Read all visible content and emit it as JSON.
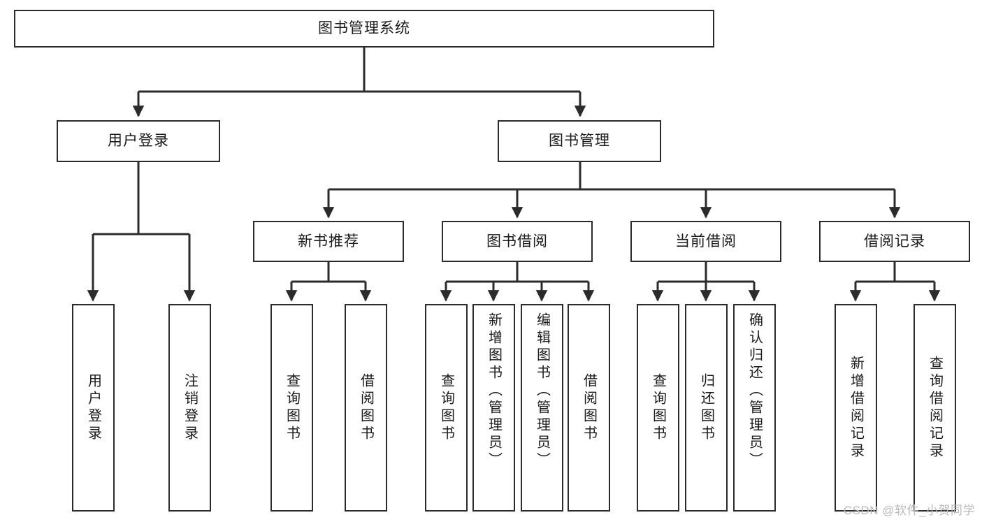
{
  "diagram": {
    "title": "图书管理系统",
    "type": "tree-hierarchy-chart",
    "watermark": "CSDN @软件_小贺同学",
    "line_color": "#2b2b2b",
    "box_fill": "#ffffff",
    "text_color": "#1a1a1a",
    "levels": [
      {
        "level": 1,
        "nodes": [
          {
            "id": "root",
            "label": "图书管理系统",
            "orientation": "horizontal"
          }
        ]
      },
      {
        "level": 2,
        "nodes": [
          {
            "id": "login",
            "label": "用户登录",
            "orientation": "horizontal",
            "parent": "root"
          },
          {
            "id": "bookmgmt",
            "label": "图书管理",
            "orientation": "horizontal",
            "parent": "root"
          }
        ]
      },
      {
        "level": 3,
        "nodes": [
          {
            "id": "newbook",
            "label": "新书推荐",
            "orientation": "horizontal",
            "parent": "bookmgmt"
          },
          {
            "id": "borrow",
            "label": "图书借阅",
            "orientation": "horizontal",
            "parent": "bookmgmt"
          },
          {
            "id": "current",
            "label": "当前借阅",
            "orientation": "horizontal",
            "parent": "bookmgmt"
          },
          {
            "id": "records",
            "label": "借阅记录",
            "orientation": "horizontal",
            "parent": "bookmgmt"
          }
        ]
      },
      {
        "level": 4,
        "nodes": [
          {
            "id": "leaf-user-login",
            "label": "用户登录",
            "orientation": "vertical",
            "parent": "login"
          },
          {
            "id": "leaf-user-logout",
            "label": "注销登录",
            "orientation": "vertical",
            "parent": "login"
          },
          {
            "id": "leaf-nb-query",
            "label": "查询图书",
            "orientation": "vertical",
            "parent": "newbook"
          },
          {
            "id": "leaf-nb-borrow",
            "label": "借阅图书",
            "orientation": "vertical",
            "parent": "newbook"
          },
          {
            "id": "leaf-bw-query",
            "label": "查询图书",
            "orientation": "vertical",
            "parent": "borrow"
          },
          {
            "id": "leaf-bw-add",
            "label": "新增图书（管理员）",
            "orientation": "vertical",
            "parent": "borrow"
          },
          {
            "id": "leaf-bw-edit",
            "label": "编辑图书（管理员）",
            "orientation": "vertical",
            "parent": "borrow"
          },
          {
            "id": "leaf-bw-borrow",
            "label": "借阅图书",
            "orientation": "vertical",
            "parent": "borrow"
          },
          {
            "id": "leaf-cur-query",
            "label": "查询图书",
            "orientation": "vertical",
            "parent": "current"
          },
          {
            "id": "leaf-cur-return",
            "label": "归还图书",
            "orientation": "vertical",
            "parent": "current"
          },
          {
            "id": "leaf-cur-confirm",
            "label": "确认归还（管理员）",
            "orientation": "vertical",
            "parent": "current"
          },
          {
            "id": "leaf-rec-add",
            "label": "新增借阅记录",
            "orientation": "vertical",
            "parent": "records"
          },
          {
            "id": "leaf-rec-query",
            "label": "查询借阅记录",
            "orientation": "vertical",
            "parent": "records"
          }
        ]
      }
    ]
  }
}
